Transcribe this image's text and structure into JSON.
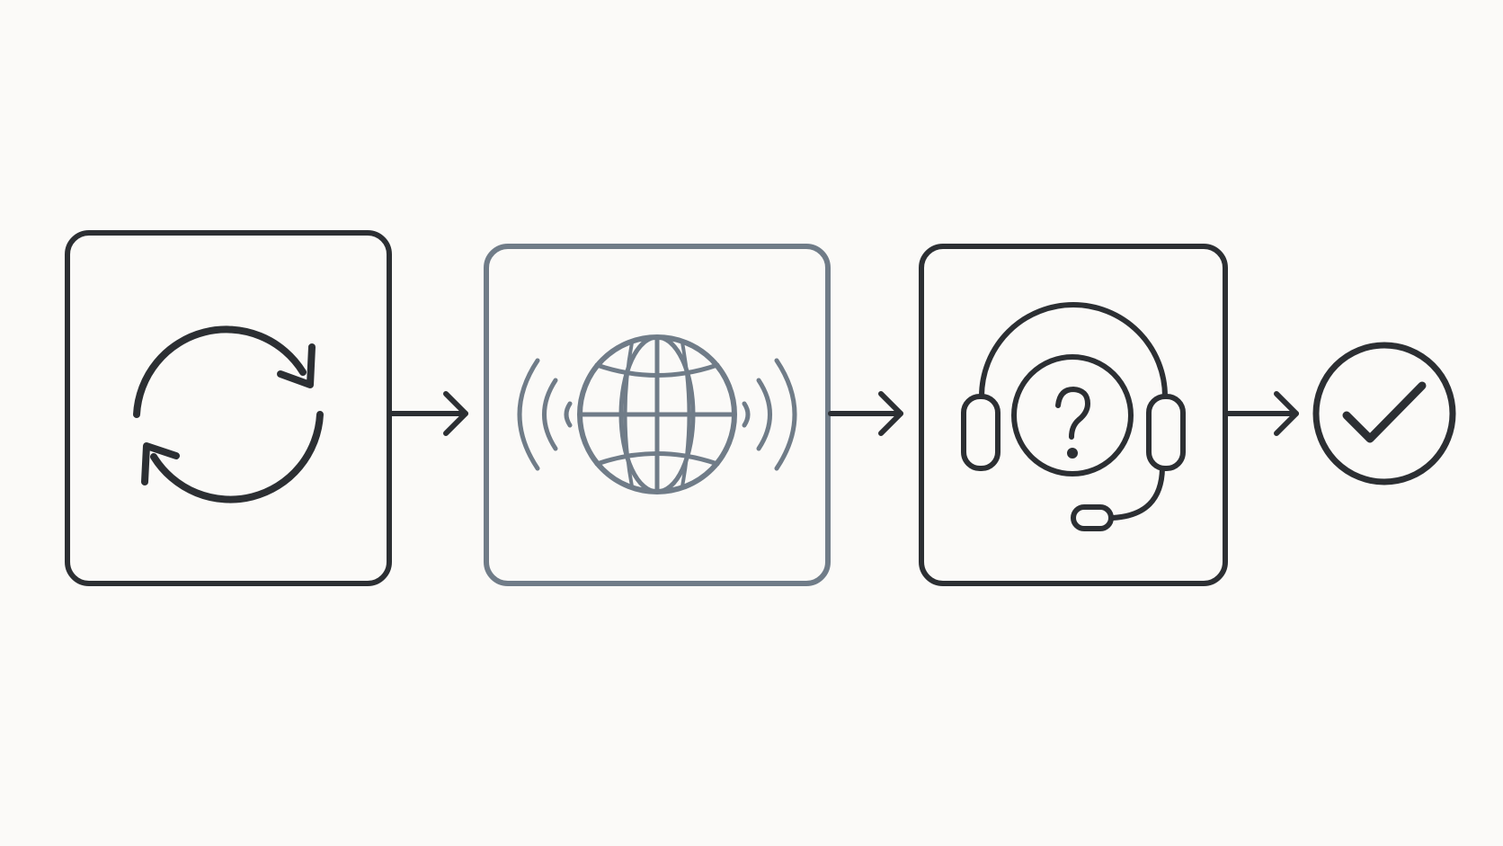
{
  "diagram": {
    "steps": [
      {
        "id": "refresh",
        "icon": "refresh-arrows-icon",
        "stroke": "#2c2f33"
      },
      {
        "id": "globe",
        "icon": "globe-broadcast-icon",
        "stroke": "#707c88"
      },
      {
        "id": "support",
        "icon": "headset-question-icon",
        "stroke": "#2c2f33"
      }
    ],
    "final": {
      "icon": "checkmark-circle-icon",
      "stroke": "#2c2f33"
    },
    "connector_color": "#2c2f33",
    "background": "#fbfaf8"
  }
}
